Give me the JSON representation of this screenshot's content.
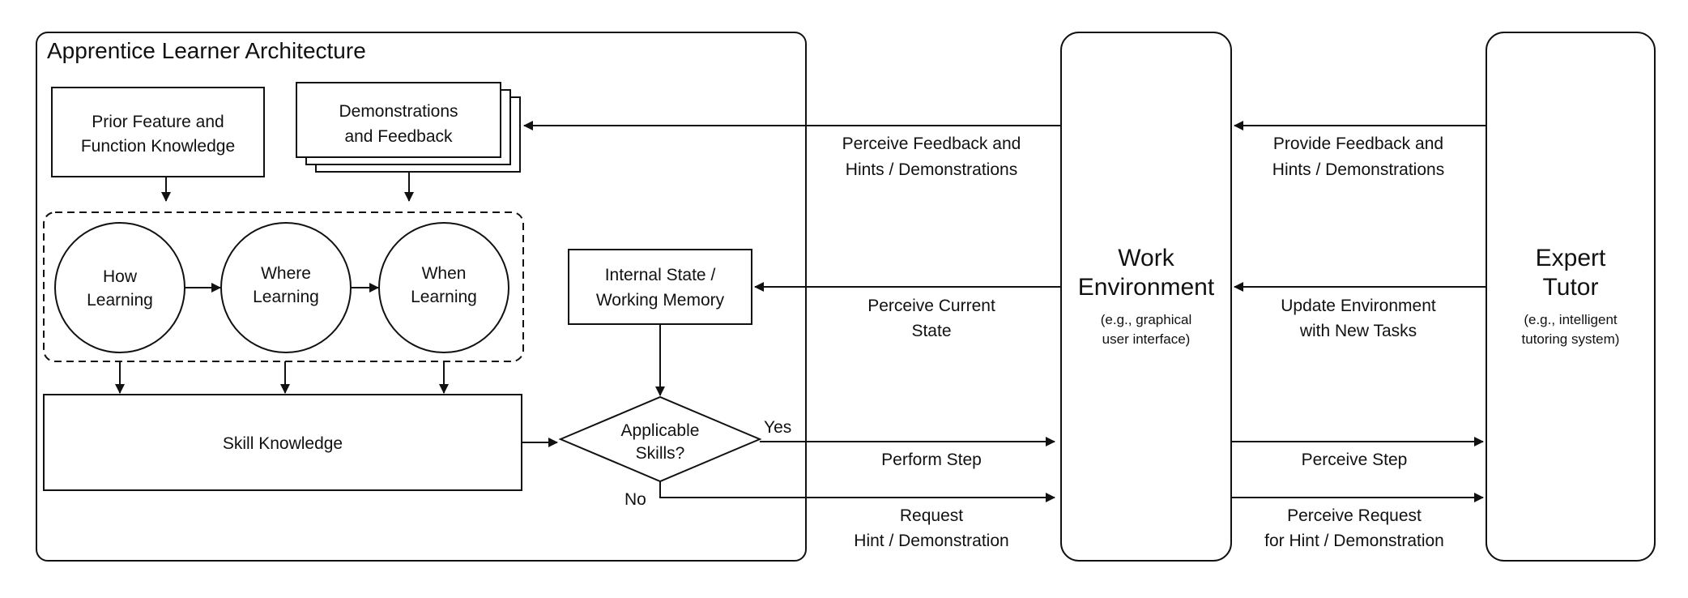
{
  "architecture": {
    "title": "Apprentice Learner Architecture"
  },
  "nodes": {
    "prior": [
      "Prior Feature and",
      "Function Knowledge"
    ],
    "demos": [
      "Demonstrations",
      "and Feedback"
    ],
    "how": [
      "How",
      "Learning"
    ],
    "where": [
      "Where",
      "Learning"
    ],
    "when": [
      "When",
      "Learning"
    ],
    "internal": [
      "Internal State /",
      "Working Memory"
    ],
    "skill": "Skill Knowledge",
    "decision": [
      "Applicable",
      "Skills?"
    ],
    "work": {
      "title": [
        "Work",
        "Environment"
      ],
      "subtitle": [
        "(e.g., graphical",
        "user interface)"
      ]
    },
    "tutor": {
      "title": [
        "Expert",
        "Tutor"
      ],
      "subtitle": [
        "(e.g., intelligent",
        "tutoring system)"
      ]
    }
  },
  "branches": {
    "yes": "Yes",
    "no": "No"
  },
  "edges": {
    "perceive_feedback": [
      "Perceive Feedback and",
      "Hints / Demonstrations"
    ],
    "perceive_state": [
      "Perceive Current",
      "State"
    ],
    "perform_step": "Perform Step",
    "request_hint": [
      "Request",
      "Hint / Demonstration"
    ],
    "provide_feedback": [
      "Provide Feedback and",
      "Hints / Demonstrations"
    ],
    "update_env": [
      "Update Environment",
      "with New Tasks"
    ],
    "perceive_step": "Perceive Step",
    "perceive_request": [
      "Perceive Request",
      "for Hint / Demonstration"
    ]
  }
}
